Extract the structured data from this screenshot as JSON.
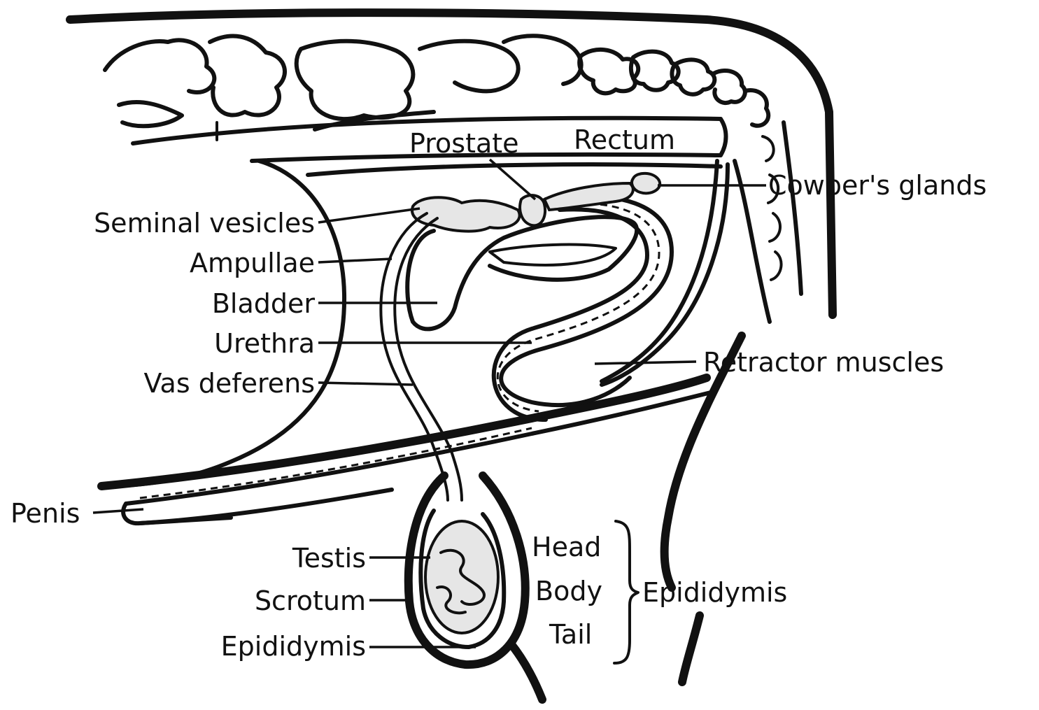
{
  "diagram": {
    "labels": {
      "prostate": "Prostate",
      "rectum": "Rectum",
      "cowpers_glands": "Cowper's glands",
      "seminal_vesicles": "Seminal vesicles",
      "ampullae": "Ampullae",
      "bladder": "Bladder",
      "urethra": "Urethra",
      "vas_deferens": "Vas deferens",
      "retractor_muscles": "Retractor muscles",
      "penis": "Penis",
      "testis": "Testis",
      "scrotum": "Scrotum",
      "epididymis_lower": "Epididymis",
      "head": "Head",
      "body": "Body",
      "tail": "Tail",
      "epididymis_group": "Epididymis"
    }
  }
}
